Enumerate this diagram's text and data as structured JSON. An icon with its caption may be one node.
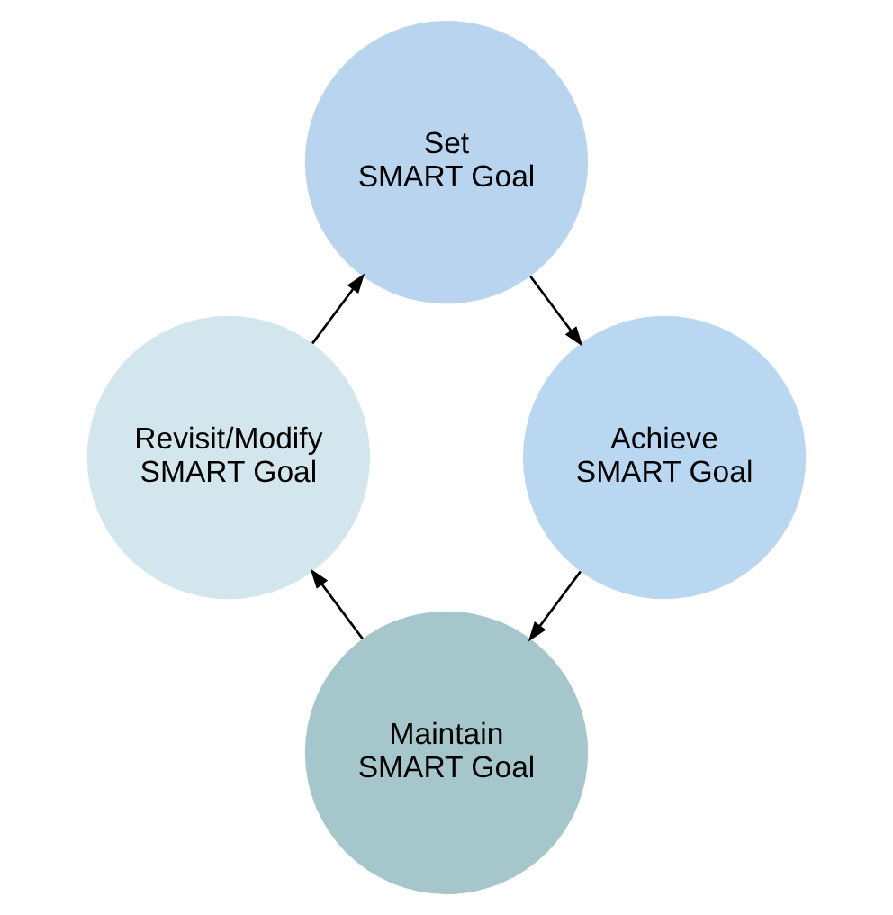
{
  "diagram": {
    "nodes": [
      {
        "text": [
          "Set SMART Goal"
        ]
      },
      {
        "text": [
          "Achieve SMART Goal"
        ]
      },
      {
        "text": [
          "Maintain SMART Goal"
        ]
      },
      {
        "text": [
          "Revisit/Modify SMART Goal"
        ]
      }
    ],
    "edges": [
      {
        "from": 0,
        "to": 1,
        "arrow": "to"
      },
      {
        "from": 1,
        "to": 2,
        "arrow": "to"
      },
      {
        "from": 2,
        "to": 3,
        "arrow": "to"
      },
      {
        "from": 3,
        "to": 0,
        "arrow": "to"
      }
    ]
  }
}
